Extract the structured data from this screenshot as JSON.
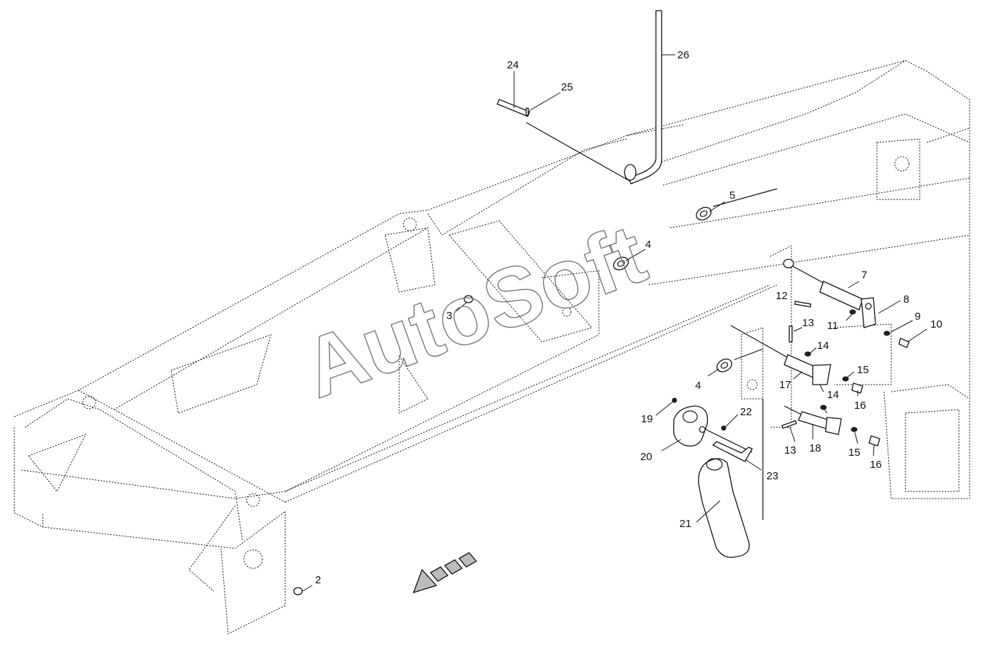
{
  "watermark": "AutoSoft",
  "callouts": [
    "2",
    "3",
    "4",
    "4",
    "5",
    "7",
    "8",
    "9",
    "10",
    "11",
    "12",
    "13",
    "13",
    "14",
    "14",
    "15",
    "15",
    "16",
    "16",
    "17",
    "18",
    "19",
    "20",
    "21",
    "22",
    "23",
    "24",
    "25",
    "26"
  ]
}
